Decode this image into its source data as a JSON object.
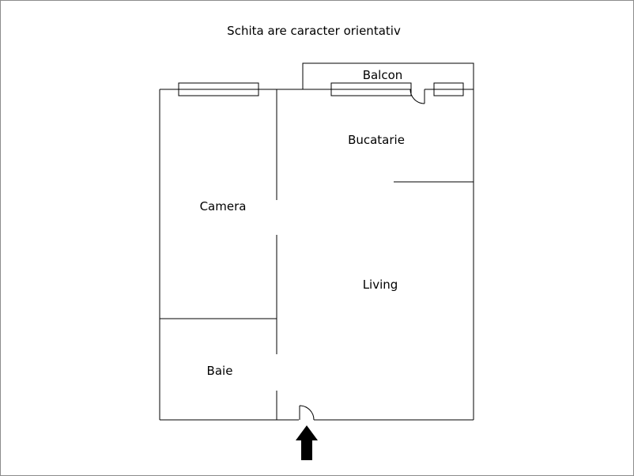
{
  "title": "Schita are caracter orientativ",
  "rooms": {
    "balcon": "Balcon",
    "bucatarie": "Bucatarie",
    "camera": "Camera",
    "living": "Living",
    "baie": "Baie"
  },
  "colors": {
    "line": "#000000",
    "frame": "#8c8c8c",
    "background": "#ffffff"
  },
  "icons": {
    "entrance": "arrow-up-icon"
  }
}
